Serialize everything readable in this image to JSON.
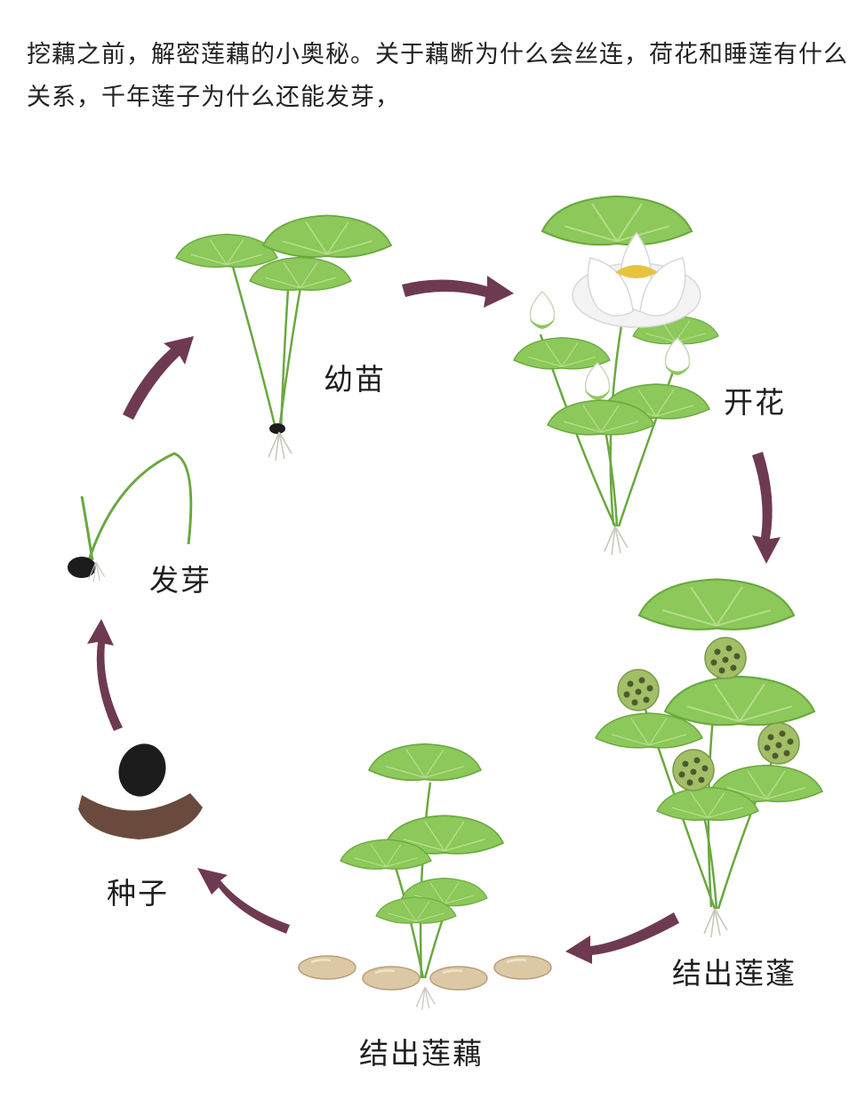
{
  "intro_text": "挖藕之前，解密莲藕的小奥秘。关于藕断为什么会丝连，荷花和睡莲有什么关系，千年莲子为什么还能发芽，",
  "cycle": {
    "stages": [
      {
        "label": "幼苗",
        "icon": "seedling-illustration"
      },
      {
        "label": "开花",
        "icon": "lotus-flower-illustration"
      },
      {
        "label": "结出莲蓬",
        "icon": "seedpod-illustration"
      },
      {
        "label": "结出莲藕",
        "icon": "lotus-root-illustration"
      },
      {
        "label": "种子",
        "icon": "seed-illustration"
      },
      {
        "label": "发芽",
        "icon": "sprout-illustration"
      }
    ]
  },
  "colors": {
    "arrow": "#6e3a52",
    "leaf": "#8cc85a",
    "leaf_dark": "#5aa03a",
    "stem": "#6aa840",
    "seed": "#1c1c1c",
    "pod": "#a2bf66",
    "root": "#ddc8a6",
    "shell": "#6b4a3e",
    "petal": "#ffffff",
    "stamen": "#e6c43e"
  }
}
